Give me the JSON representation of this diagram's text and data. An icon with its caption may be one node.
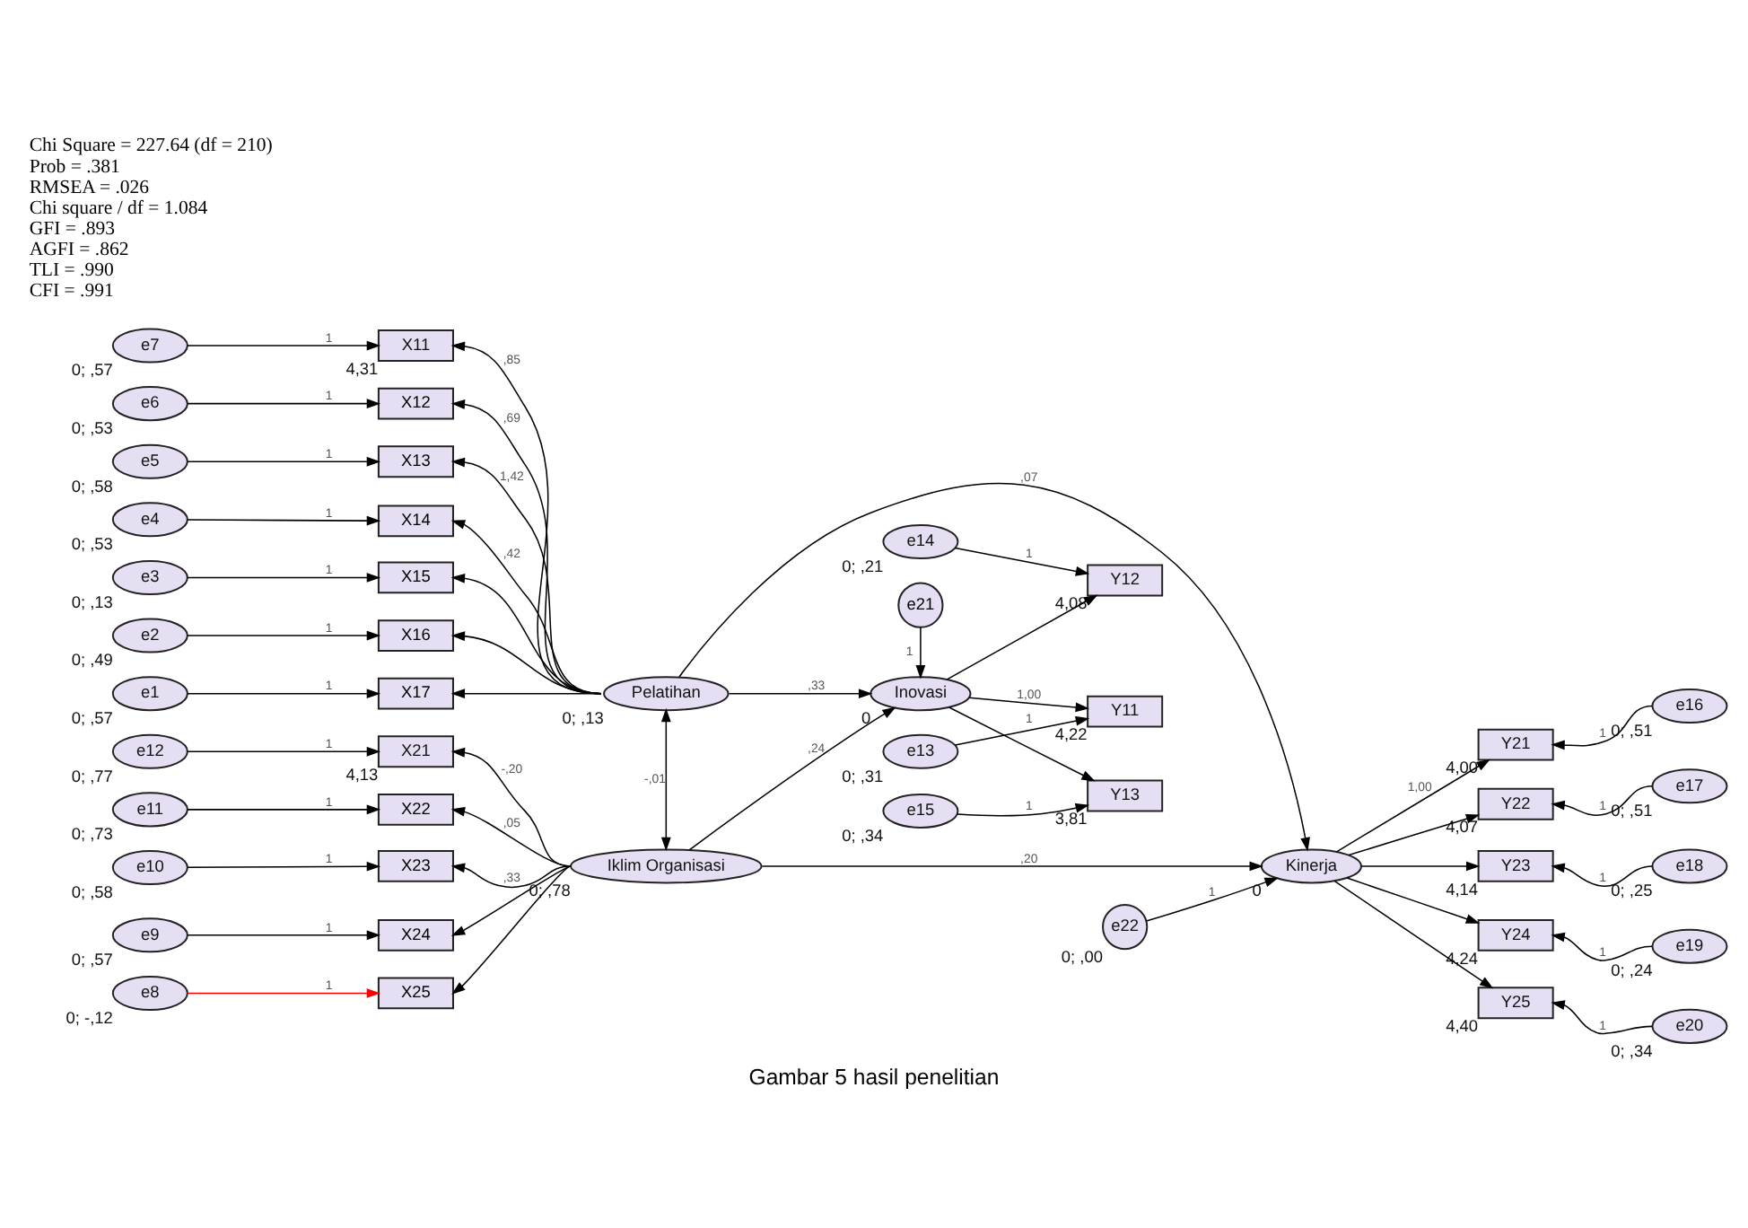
{
  "diagram": {
    "caption": "Gambar 5 hasil penelitian",
    "nodes": [
      {
        "text": [
          "Pelatihan"
        ],
        "beside": [
          "0; ,13"
        ]
      },
      {
        "text": [
          "Iklim Organisasi"
        ],
        "beside": [
          "0; ,78"
        ]
      },
      {
        "text": [
          "Inovasi"
        ],
        "beside": [
          "0"
        ]
      },
      {
        "text": [
          "Kinerja"
        ],
        "beside": [
          "0"
        ]
      },
      {
        "text": [
          "X11"
        ],
        "beside": [
          "4,31"
        ]
      },
      {
        "text": [
          "X12"
        ]
      },
      {
        "text": [
          "X13"
        ]
      },
      {
        "text": [
          "X14"
        ]
      },
      {
        "text": [
          "X15"
        ]
      },
      {
        "text": [
          "X16"
        ]
      },
      {
        "text": [
          "X17"
        ]
      },
      {
        "text": [
          "X21"
        ],
        "beside": [
          "4,13"
        ]
      },
      {
        "text": [
          "X22"
        ]
      },
      {
        "text": [
          "X23"
        ]
      },
      {
        "text": [
          "X24"
        ]
      },
      {
        "text": [
          "X25"
        ]
      },
      {
        "text": [
          "Y11"
        ],
        "beside": [
          "4,22"
        ]
      },
      {
        "text": [
          "Y12"
        ],
        "beside": [
          "4,08"
        ]
      },
      {
        "text": [
          "Y13"
        ],
        "beside": [
          "3,81"
        ]
      },
      {
        "text": [
          "Y21"
        ],
        "beside": [
          "4,00"
        ]
      },
      {
        "text": [
          "Y22"
        ],
        "beside": [
          "4,07"
        ]
      },
      {
        "text": [
          "Y23"
        ],
        "beside": [
          "4,14"
        ]
      },
      {
        "text": [
          "Y24"
        ],
        "beside": [
          "4,24"
        ]
      },
      {
        "text": [
          "Y25"
        ],
        "beside": [
          "4,40"
        ]
      },
      {
        "text": [
          "e7"
        ],
        "beside": [
          "0; ,57"
        ]
      },
      {
        "text": [
          "e6"
        ],
        "beside": [
          "0; ,53"
        ]
      },
      {
        "text": [
          "e5"
        ],
        "beside": [
          "0; ,58"
        ]
      },
      {
        "text": [
          "e4"
        ],
        "beside": [
          "0; ,53"
        ]
      },
      {
        "text": [
          "e3"
        ],
        "beside": [
          "0; ,13"
        ]
      },
      {
        "text": [
          "e2"
        ],
        "beside": [
          "0; ,49"
        ]
      },
      {
        "text": [
          "e1"
        ],
        "beside": [
          "0; ,57"
        ]
      },
      {
        "text": [
          "e12"
        ],
        "beside": [
          "0; ,77"
        ]
      },
      {
        "text": [
          "e11"
        ],
        "beside": [
          "0; ,73"
        ]
      },
      {
        "text": [
          "e10"
        ],
        "beside": [
          "0; ,58"
        ]
      },
      {
        "text": [
          "e9"
        ],
        "beside": [
          "0; ,57"
        ]
      },
      {
        "text": [
          "e8"
        ],
        "beside": [
          "0; -,12"
        ]
      },
      {
        "text": [
          "e13"
        ],
        "beside": [
          "0; ,31"
        ]
      },
      {
        "text": [
          "e14"
        ],
        "beside": [
          "0; ,21"
        ]
      },
      {
        "text": [
          "e15"
        ],
        "beside": [
          "0; ,34"
        ]
      },
      {
        "text": [
          "e16"
        ],
        "beside": [
          "0; ,51"
        ]
      },
      {
        "text": [
          "e17"
        ],
        "beside": [
          "0; ,51"
        ]
      },
      {
        "text": [
          "e18"
        ],
        "beside": [
          "0; ,25"
        ]
      },
      {
        "text": [
          "e19"
        ],
        "beside": [
          "0; ,24"
        ]
      },
      {
        "text": [
          "e20"
        ],
        "beside": [
          "0; ,34"
        ]
      },
      {
        "text": [
          "e21"
        ]
      },
      {
        "text": [
          "e22"
        ],
        "beside": [
          "0; ,00"
        ]
      }
    ],
    "edges": [
      {
        "from": 24,
        "to": 4,
        "arrow": "to",
        "label": "1"
      },
      {
        "from": 25,
        "to": 5,
        "arrow": "to",
        "label": "1"
      },
      {
        "from": 26,
        "to": 6,
        "arrow": "to",
        "label": "1"
      },
      {
        "from": 27,
        "to": 7,
        "arrow": "to",
        "label": "1"
      },
      {
        "from": 28,
        "to": 8,
        "arrow": "to",
        "label": "1"
      },
      {
        "from": 29,
        "to": 9,
        "arrow": "to",
        "label": "1"
      },
      {
        "from": 30,
        "to": 10,
        "arrow": "to",
        "label": "1"
      },
      {
        "from": 31,
        "to": 11,
        "arrow": "to",
        "label": "1"
      },
      {
        "from": 32,
        "to": 12,
        "arrow": "to",
        "label": "1"
      },
      {
        "from": 33,
        "to": 13,
        "arrow": "to",
        "label": "1"
      },
      {
        "from": 34,
        "to": 14,
        "arrow": "to",
        "label": "1"
      },
      {
        "from": 35,
        "to": 15,
        "arrow": "to",
        "label": "1",
        "color": "#ff0000"
      },
      {
        "from": 0,
        "to": 4,
        "arrow": "to",
        "label": ",85"
      },
      {
        "from": 0,
        "to": 5,
        "arrow": "to",
        "label": ",69"
      },
      {
        "from": 0,
        "to": 6,
        "arrow": "to",
        "label": "1,42"
      },
      {
        "from": 0,
        "to": 7,
        "arrow": "to",
        "label": ",42"
      },
      {
        "from": 0,
        "to": 8,
        "arrow": "to"
      },
      {
        "from": 0,
        "to": 9,
        "arrow": "to"
      },
      {
        "from": 0,
        "to": 10,
        "arrow": "to"
      },
      {
        "from": 1,
        "to": 11,
        "arrow": "to",
        "label": "-,20"
      },
      {
        "from": 1,
        "to": 12,
        "arrow": "to",
        "label": ",05"
      },
      {
        "from": 1,
        "to": 13,
        "arrow": "to",
        "label": ",33"
      },
      {
        "from": 1,
        "to": 14,
        "arrow": "to"
      },
      {
        "from": 1,
        "to": 15,
        "arrow": "to"
      },
      {
        "from": 0,
        "to": 1,
        "arrow": "both",
        "label": "-,01"
      },
      {
        "from": 0,
        "to": 2,
        "arrow": "to",
        "label": ",33"
      },
      {
        "from": 1,
        "to": 2,
        "arrow": "to",
        "label": ",24"
      },
      {
        "from": 0,
        "to": 3,
        "arrow": "to",
        "label": ",07"
      },
      {
        "from": 1,
        "to": 3,
        "arrow": "to",
        "label": ",20"
      },
      {
        "from": 44,
        "to": 2,
        "arrow": "to",
        "label": "1"
      },
      {
        "from": 45,
        "to": 3,
        "arrow": "to",
        "label": "1"
      },
      {
        "from": 2,
        "to": 16,
        "arrow": "to",
        "label": "1,00"
      },
      {
        "from": 2,
        "to": 17,
        "arrow": "to"
      },
      {
        "from": 2,
        "to": 18,
        "arrow": "to"
      },
      {
        "from": 36,
        "to": 16,
        "arrow": "to",
        "label": "1"
      },
      {
        "from": 37,
        "to": 17,
        "arrow": "to",
        "label": "1"
      },
      {
        "from": 38,
        "to": 18,
        "arrow": "to",
        "label": "1"
      },
      {
        "from": 3,
        "to": 19,
        "arrow": "to",
        "label": "1,00"
      },
      {
        "from": 3,
        "to": 20,
        "arrow": "to"
      },
      {
        "from": 3,
        "to": 21,
        "arrow": "to"
      },
      {
        "from": 3,
        "to": 22,
        "arrow": "to"
      },
      {
        "from": 3,
        "to": 23,
        "arrow": "to"
      },
      {
        "from": 39,
        "to": 19,
        "arrow": "to",
        "label": "1"
      },
      {
        "from": 40,
        "to": 20,
        "arrow": "to",
        "label": "1"
      },
      {
        "from": 41,
        "to": 21,
        "arrow": "to",
        "label": "1"
      },
      {
        "from": 42,
        "to": 22,
        "arrow": "to",
        "label": "1"
      },
      {
        "from": 43,
        "to": 23,
        "arrow": "to",
        "label": "1"
      }
    ],
    "labels": [
      "Chi Square = 227.64 (df = 210)",
      "Prob = .381",
      "RMSEA = .026",
      "Chi square / df = 1.084",
      "GFI = .893",
      "AGFI = .862",
      "TLI = .990",
      "CFI = .991"
    ]
  }
}
